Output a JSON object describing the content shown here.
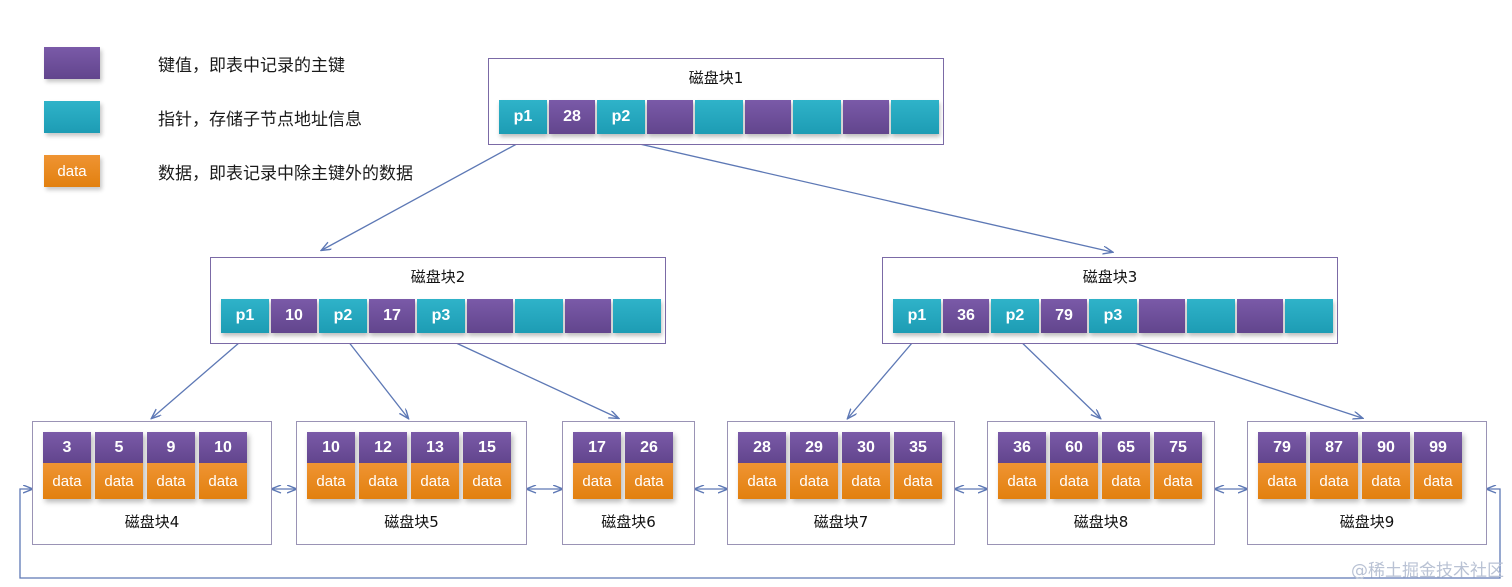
{
  "legend": {
    "items": [
      {
        "swatch": "key-swatch",
        "swatch_label": "",
        "text": "键值，即表中记录的主键"
      },
      {
        "swatch": "pointer-swatch",
        "swatch_label": "",
        "text": "指针，存储子节点地址信息"
      },
      {
        "swatch": "data-swatch",
        "swatch_label": "data",
        "text": "数据，即表记录中除主键外的数据"
      }
    ]
  },
  "colors": {
    "key_purple": "#62458d",
    "pointer_teal": "#1d9cb4",
    "data_orange": "#e2800f",
    "border_violet": "#7b6aa6",
    "arrow_blue": "#5d78b5"
  },
  "index_blocks": [
    {
      "title": "磁盘块1",
      "cells": [
        {
          "type": "ptr",
          "label": "p1"
        },
        {
          "type": "key",
          "label": "28"
        },
        {
          "type": "ptr",
          "label": "p2"
        },
        {
          "type": "key",
          "label": ""
        },
        {
          "type": "ptr",
          "label": ""
        },
        {
          "type": "key",
          "label": ""
        },
        {
          "type": "ptr",
          "label": ""
        },
        {
          "type": "key",
          "label": ""
        },
        {
          "type": "ptr",
          "label": ""
        }
      ]
    },
    {
      "title": "磁盘块2",
      "cells": [
        {
          "type": "ptr",
          "label": "p1"
        },
        {
          "type": "key",
          "label": "10"
        },
        {
          "type": "ptr",
          "label": "p2"
        },
        {
          "type": "key",
          "label": "17"
        },
        {
          "type": "ptr",
          "label": "p3"
        },
        {
          "type": "key",
          "label": ""
        },
        {
          "type": "ptr",
          "label": ""
        },
        {
          "type": "key",
          "label": ""
        },
        {
          "type": "ptr",
          "label": ""
        }
      ]
    },
    {
      "title": "磁盘块3",
      "cells": [
        {
          "type": "ptr",
          "label": "p1"
        },
        {
          "type": "key",
          "label": "36"
        },
        {
          "type": "ptr",
          "label": "p2"
        },
        {
          "type": "key",
          "label": "79"
        },
        {
          "type": "ptr",
          "label": "p3"
        },
        {
          "type": "key",
          "label": ""
        },
        {
          "type": "ptr",
          "label": ""
        },
        {
          "type": "key",
          "label": ""
        },
        {
          "type": "ptr",
          "label": ""
        }
      ]
    }
  ],
  "leaf_blocks": [
    {
      "title": "磁盘块4",
      "keys": [
        "3",
        "5",
        "9",
        "10"
      ],
      "data_label": "data"
    },
    {
      "title": "磁盘块5",
      "keys": [
        "10",
        "12",
        "13",
        "15"
      ],
      "data_label": "data"
    },
    {
      "title": "磁盘块6",
      "keys": [
        "17",
        "26"
      ],
      "data_label": "data"
    },
    {
      "title": "磁盘块7",
      "keys": [
        "28",
        "29",
        "30",
        "35"
      ],
      "data_label": "data"
    },
    {
      "title": "磁盘块8",
      "keys": [
        "36",
        "60",
        "65",
        "75"
      ],
      "data_label": "data"
    },
    {
      "title": "磁盘块9",
      "keys": [
        "79",
        "87",
        "90",
        "99"
      ],
      "data_label": "data"
    }
  ],
  "watermark": "@稀土掘金技术社区"
}
